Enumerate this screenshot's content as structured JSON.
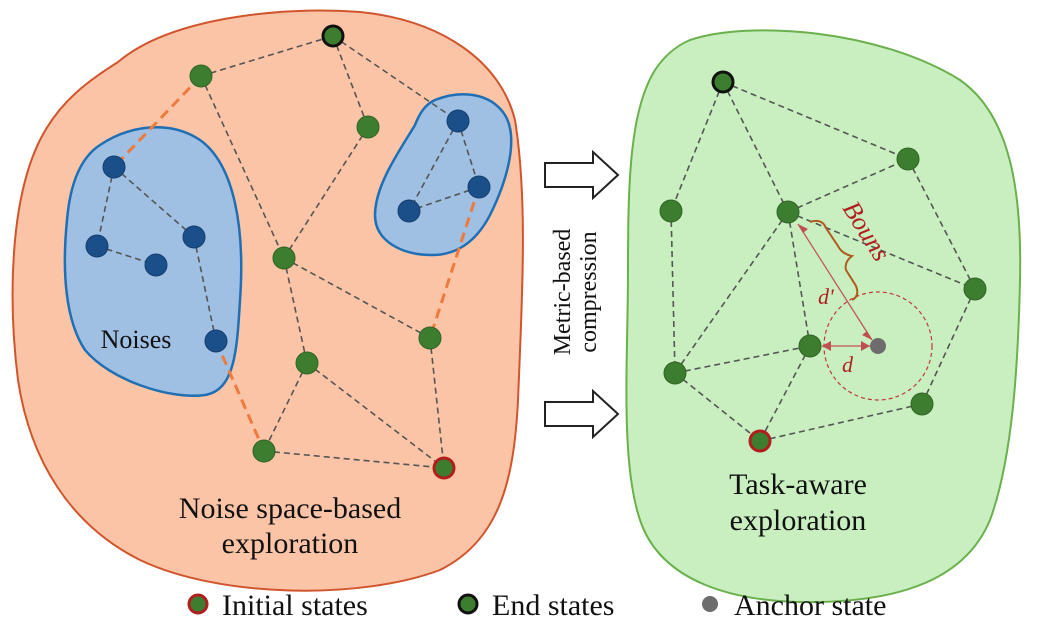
{
  "diagram": {
    "left_panel": {
      "caption_line1": "Noise space-based",
      "caption_line2": "exploration",
      "noise_label": "Noises"
    },
    "arrow_label_line1": "Metric-based",
    "arrow_label_line2": "compression",
    "right_panel": {
      "caption_line1": "Task-aware",
      "caption_line2": "exploration",
      "bonus_label": "Bouns",
      "d_prime_label": "d'",
      "d_label": "d"
    },
    "legend": [
      {
        "label": "Initial states",
        "icon": "initial-state-icon"
      },
      {
        "label": "End states",
        "icon": "end-state-icon"
      },
      {
        "label": "Anchor state",
        "icon": "anchor-state-icon"
      }
    ],
    "colors": {
      "left_region": "#fbc4a6",
      "left_border": "#d1552c",
      "noise_region": "#9fbfe3",
      "noise_border": "#1f6fb4",
      "right_region": "#c9efc0",
      "right_border": "#6ab04c",
      "end_state": "#3d7d2f",
      "noise_node": "#1a4f8a",
      "highlight_edge": "#ee7a3c",
      "annotation": "#b01e1e"
    }
  }
}
